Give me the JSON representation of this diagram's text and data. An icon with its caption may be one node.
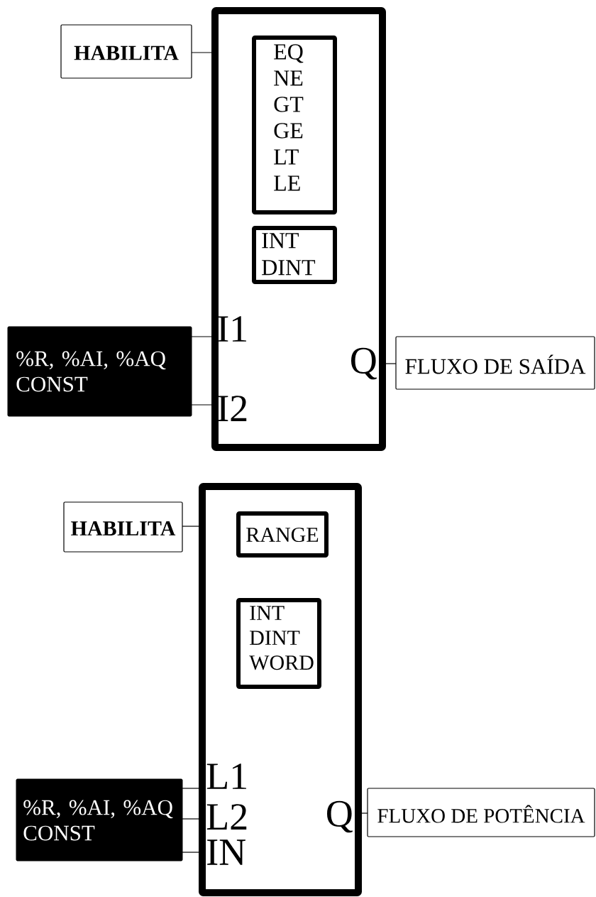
{
  "diagram": {
    "nodes": [
      {
        "text": [
          "I1",
          "I2",
          "Q"
        ]
      },
      {
        "text": [
          "EQ NE GT GE LT LE"
        ],
        "in": 0
      },
      {
        "text": [
          "INT DINT"
        ],
        "in": 0
      },
      {
        "text": [
          "HABILITA"
        ]
      },
      {
        "text": [
          "%R, %AI, %AQ CONST"
        ]
      },
      {
        "text": [
          "FLUXO DE SAÍDA"
        ]
      },
      {
        "text": [
          "L1",
          "L2",
          "IN",
          "Q"
        ]
      },
      {
        "text": [
          "RANGE"
        ],
        "in": 6
      },
      {
        "text": [
          "INT DINT WORD"
        ],
        "in": 6
      },
      {
        "text": [
          "HABILITA"
        ]
      },
      {
        "text": [
          "%R, %AI, %AQ CONST"
        ]
      },
      {
        "text": [
          "FLUXO DE POTÊNCIA"
        ]
      }
    ],
    "edges": [
      {
        "from": 3,
        "to": 0,
        "arrow": "none"
      },
      {
        "from": 4,
        "to": 0,
        "arrow": "none"
      },
      {
        "from": 4,
        "to": 0,
        "arrow": "none"
      },
      {
        "from": 0,
        "to": 5,
        "arrow": "none"
      },
      {
        "from": 9,
        "to": 6,
        "arrow": "none"
      },
      {
        "from": 10,
        "to": 6,
        "arrow": "none"
      },
      {
        "from": 10,
        "to": 6,
        "arrow": "none"
      },
      {
        "from": 10,
        "to": 6,
        "arrow": "none"
      },
      {
        "from": 6,
        "to": 11,
        "arrow": "none"
      }
    ]
  }
}
